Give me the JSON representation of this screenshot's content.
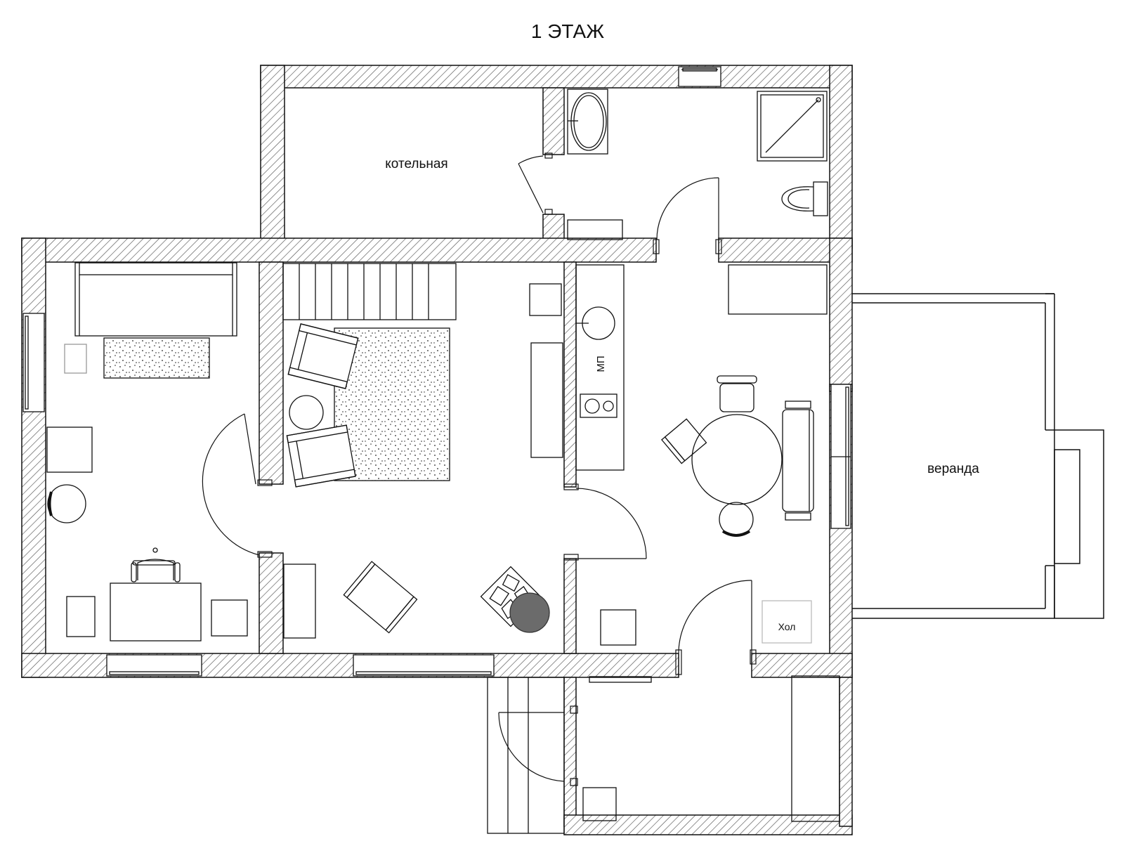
{
  "title": "1 ЭТАЖ",
  "rooms": {
    "boiler": "котельная",
    "veranda": "веранда",
    "hall": "Хол",
    "dishwasher": "МП"
  },
  "colors": {
    "line": "#111111",
    "hatch": "#555555",
    "rug_dots": "#222222",
    "dark_fill": "#6b6b6b",
    "background": "#ffffff"
  }
}
